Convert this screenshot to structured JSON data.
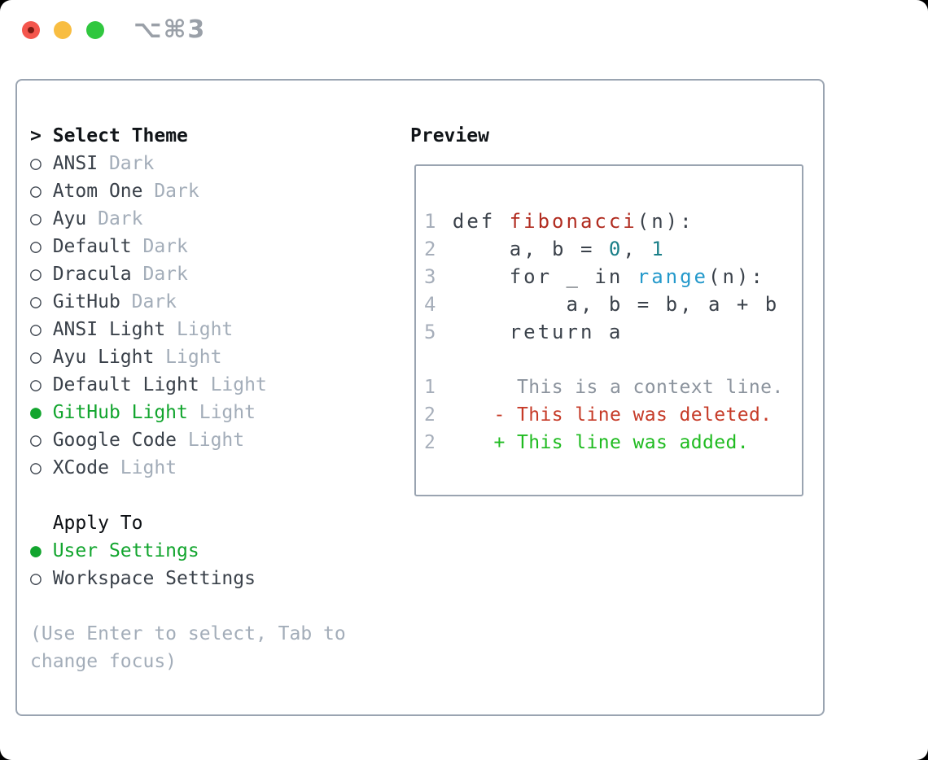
{
  "titlebar": {
    "shortcut": "⌥⌘3",
    "buttons": [
      "close",
      "minimize",
      "zoom"
    ]
  },
  "markers": {
    "selected": "●",
    "unselected": "○"
  },
  "colors": {
    "accent_green": "#12a52e",
    "diff_added_green": "#1fbb20",
    "diff_deleted_red": "#c63b28",
    "keyword_red": "#b12c20",
    "number_teal": "#1a7f88",
    "builtin_blue": "#2499cb",
    "muted_gray": "#a3adb9",
    "border_gray": "#9aa4b1",
    "traffic_red": "#f4564d",
    "traffic_yellow": "#f8bd41",
    "traffic_green": "#30c73f"
  },
  "theme_panel": {
    "cursor": ">",
    "title": "Select Theme",
    "themes": [
      {
        "name": "ANSI",
        "variant": "Dark",
        "selected": false
      },
      {
        "name": "Atom One",
        "variant": "Dark",
        "selected": false
      },
      {
        "name": "Ayu",
        "variant": "Dark",
        "selected": false
      },
      {
        "name": "Default",
        "variant": "Dark",
        "selected": false
      },
      {
        "name": "Dracula",
        "variant": "Dark",
        "selected": false
      },
      {
        "name": "GitHub",
        "variant": "Dark",
        "selected": false
      },
      {
        "name": "ANSI Light",
        "variant": "Light",
        "selected": false
      },
      {
        "name": "Ayu Light",
        "variant": "Light",
        "selected": false
      },
      {
        "name": "Default Light",
        "variant": "Light",
        "selected": false
      },
      {
        "name": "GitHub Light",
        "variant": "Light",
        "selected": true
      },
      {
        "name": "Google Code",
        "variant": "Light",
        "selected": false
      },
      {
        "name": "XCode",
        "variant": "Light",
        "selected": false
      }
    ],
    "apply_to": {
      "title": "  Apply To",
      "options": [
        {
          "label": "User Settings",
          "selected": true
        },
        {
          "label": "Workspace Settings",
          "selected": false
        }
      ]
    },
    "help_lines": [
      "(Use Enter to select, Tab to",
      "change focus)"
    ]
  },
  "preview": {
    "title": "Preview",
    "code_lines": [
      [
        [
          "1 ",
          "ln"
        ],
        [
          "def ",
          "code"
        ],
        [
          "fibonacci",
          "fn"
        ],
        [
          "(n):",
          "code"
        ]
      ],
      [
        [
          "2",
          "ln"
        ],
        [
          "     a, b = ",
          "code"
        ],
        [
          "0",
          "num"
        ],
        [
          ", ",
          "code"
        ],
        [
          "1",
          "num"
        ]
      ],
      [
        [
          "3",
          "ln"
        ],
        [
          "     for _ in ",
          "code"
        ],
        [
          "range",
          "builtin"
        ],
        [
          "(n):",
          "code"
        ]
      ],
      [
        [
          "4",
          "ln"
        ],
        [
          "         a, b = b, a + b",
          "code"
        ]
      ],
      [
        [
          "5",
          "ln"
        ],
        [
          "     return a",
          "code"
        ]
      ]
    ],
    "diff_lines": [
      [
        [
          "1",
          "ln"
        ],
        [
          "       This is a context line.",
          "ctx"
        ]
      ],
      [
        [
          "2",
          "ln"
        ],
        [
          "     ",
          "ctx"
        ],
        [
          "- This line was deleted.",
          "del"
        ]
      ],
      [
        [
          "2",
          "ln"
        ],
        [
          "     ",
          "ctx"
        ],
        [
          "+ This line was added.",
          "add"
        ]
      ]
    ]
  }
}
